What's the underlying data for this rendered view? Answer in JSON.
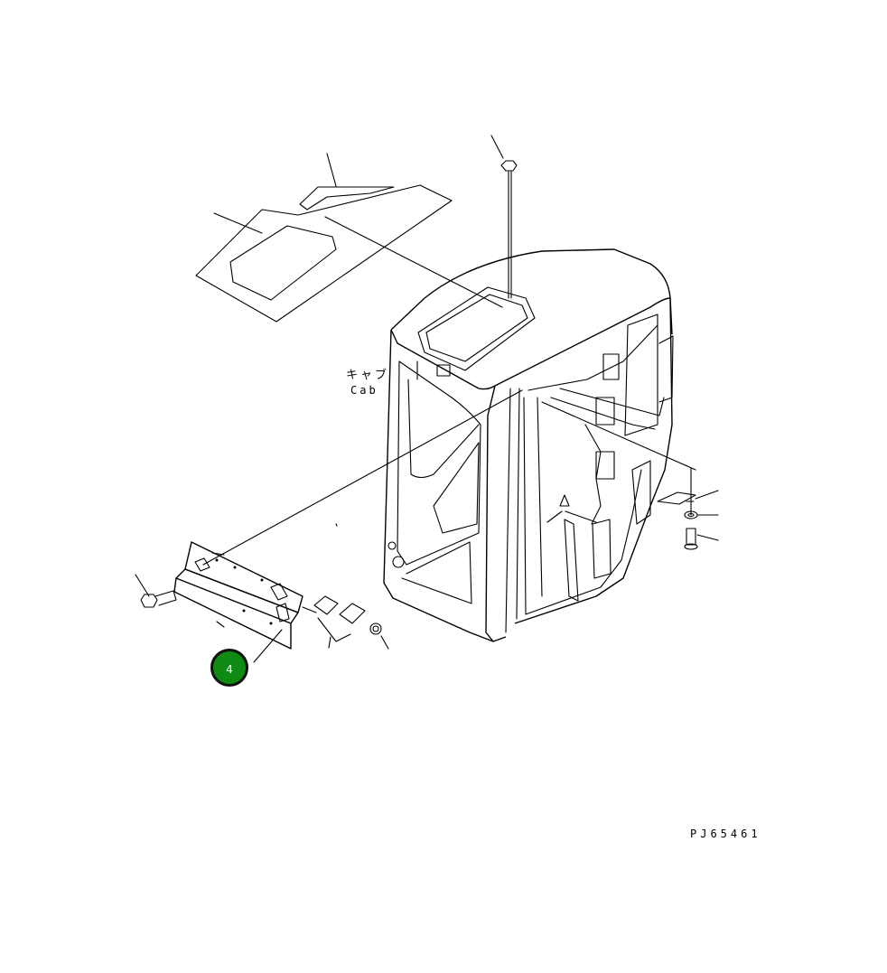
{
  "diagram": {
    "cab_label_jp": "キャブ",
    "cab_label_en": "Cab",
    "figure_code": "PJ65461",
    "callout_number": "4",
    "callout_color": "#0f8a12",
    "line_color": "#000000",
    "background_color": "#ffffff"
  }
}
